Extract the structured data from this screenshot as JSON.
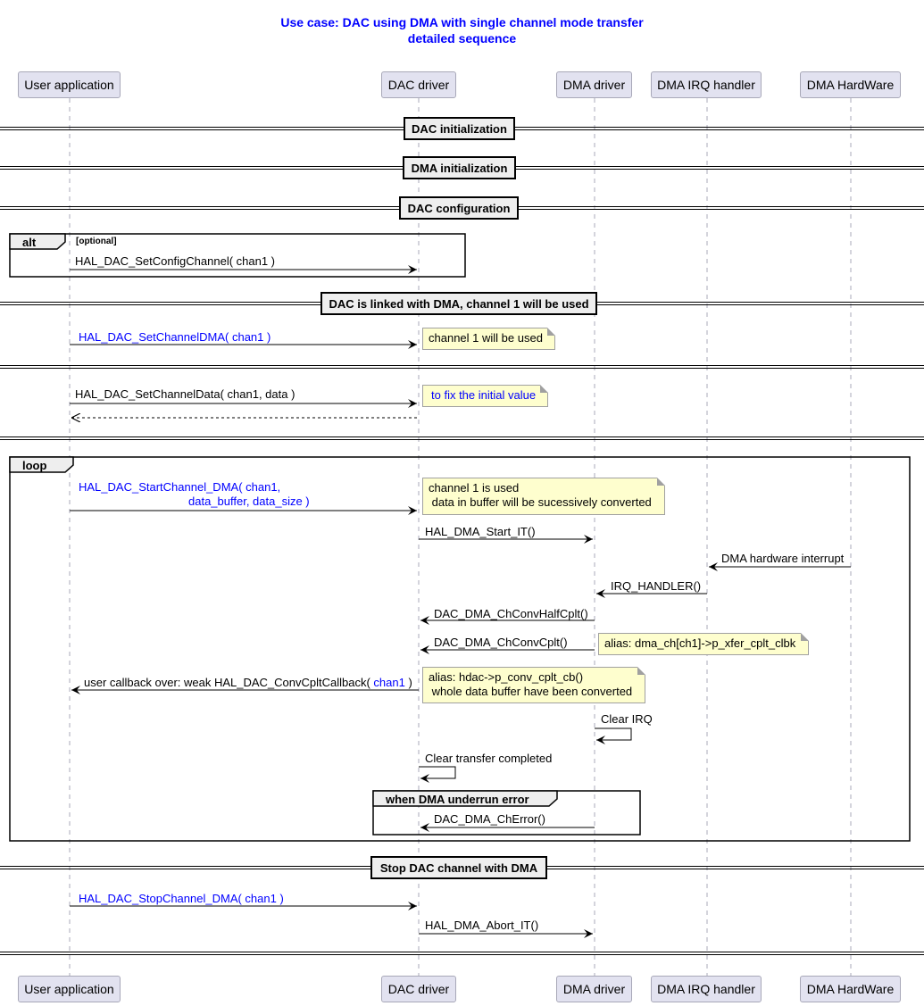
{
  "title": {
    "line1": "Use case: DAC using DMA with single channel mode transfer",
    "line2": "detailed sequence"
  },
  "participants": [
    "User application",
    "DAC driver",
    "DMA driver",
    "DMA IRQ handler",
    "DMA HardWare"
  ],
  "dividers": {
    "dac_init": "DAC initialization",
    "dma_init": "DMA initialization",
    "dac_config": "DAC configuration",
    "dac_linked": "DAC is linked with DMA, channel 1 will be used",
    "stop": "Stop DAC channel with DMA"
  },
  "alt": {
    "label": "alt",
    "guard": "[optional]",
    "msg": "HAL_DAC_SetConfigChannel( chan1 )"
  },
  "messages": {
    "set_channel_dma": "HAL_DAC_SetChannelDMA( chan1 )",
    "set_channel_data": "HAL_DAC_SetChannelData( chan1, data )",
    "start_line1": "HAL_DAC_StartChannel_DMA(  chan1,",
    "start_line2": "data_buffer, data_size )",
    "dma_start_it": "HAL_DMA_Start_IT()",
    "dma_hw_interrupt": "DMA hardware interrupt",
    "irq_handler": "IRQ_HANDLER()",
    "half_cplt": "DAC_DMA_ChConvHalfCplt()",
    "cplt": "DAC_DMA_ChConvCplt()",
    "user_cb_prefix": "user callback over: weak HAL_DAC_ConvCpltCallback( ",
    "user_cb_arg": "chan1",
    "user_cb_suffix": " )",
    "clear_irq": "Clear IRQ",
    "clear_transfer": "Clear transfer completed",
    "ch_error": "DAC_DMA_ChError()",
    "stop_channel_dma": "HAL_DAC_StopChannel_DMA( chan1 )",
    "dma_abort_it": "HAL_DMA_Abort_IT()"
  },
  "notes": {
    "channel1_used": "channel 1 will be used",
    "fix_initial": "to fix the initial value",
    "loop_note": "channel 1 is used\n data in buffer will be sucessively converted",
    "alias_xfer": "alias: dma_ch[ch1]->p_xfer_cplt_clbk",
    "alias_conv": "alias: hdac->p_conv_cplt_cb()\n whole data buffer have been converted"
  },
  "loop": {
    "label": "loop"
  },
  "underrun": {
    "label": "when DMA underrun error"
  },
  "colors": {
    "participant_fill": "#e2e2f0",
    "note_fill": "#fefece",
    "highlight_text": "#0000ff"
  }
}
